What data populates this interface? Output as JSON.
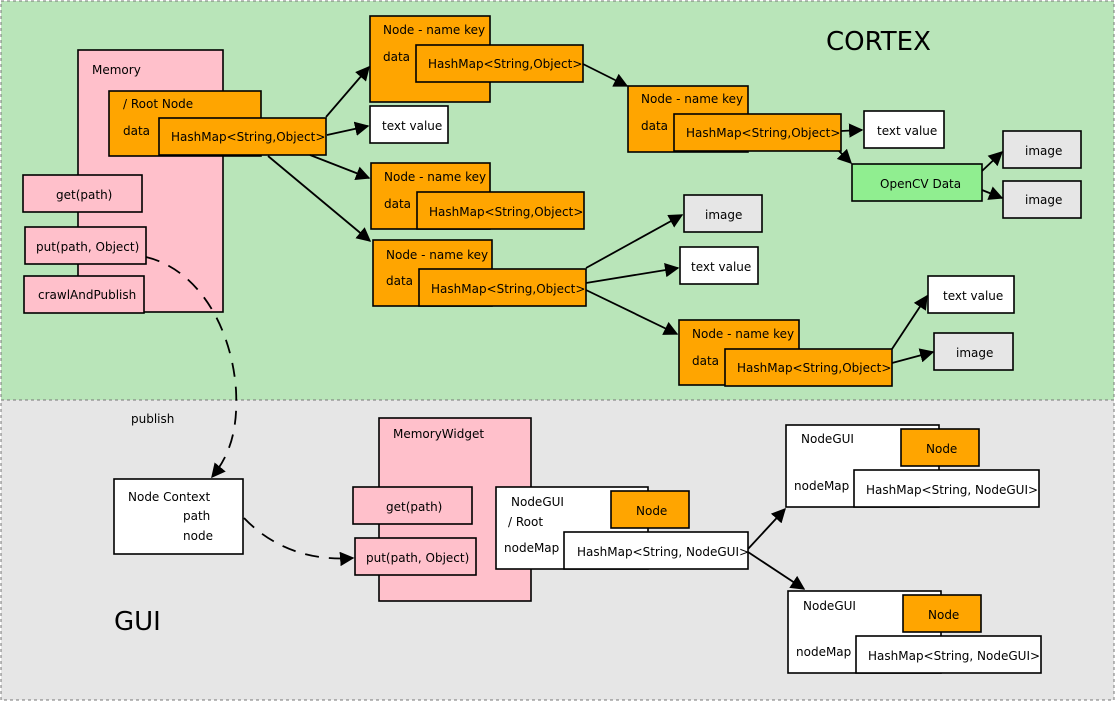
{
  "sections": {
    "cortex_label": "CORTEX",
    "gui_label": "GUI"
  },
  "memory": {
    "title": "Memory",
    "root_node": "/  Root Node",
    "data": "data",
    "hashmap": "HashMap<String,Object>",
    "methods": [
      "get(path)",
      "put(path, Object)",
      "crawlAndPublish"
    ]
  },
  "node_box": {
    "title": "Node - name key",
    "data": "data",
    "hashmap": "HashMap<String,Object>"
  },
  "leaf": {
    "text_value": "text value",
    "image": "image",
    "opencv": "OpenCV Data"
  },
  "publish_label": "publish",
  "node_context": {
    "title": "Node Context",
    "path": "path",
    "node": "node"
  },
  "memory_widget": {
    "title": "MemoryWidget",
    "methods": [
      "get(path)",
      "put(path, Object)"
    ]
  },
  "nodegui": {
    "title": "NodeGUI",
    "root": "/  Root",
    "node": "Node",
    "nodemap": "nodeMap",
    "hashmap": "HashMap<String, NodeGUI>"
  },
  "colors": {
    "cortex_bg": "#B9E5B9",
    "gui_bg": "#E6E6E6",
    "node_orange": "#FFA500",
    "memory_pink": "#FFC0CB",
    "opencv_green": "#90EE90"
  }
}
